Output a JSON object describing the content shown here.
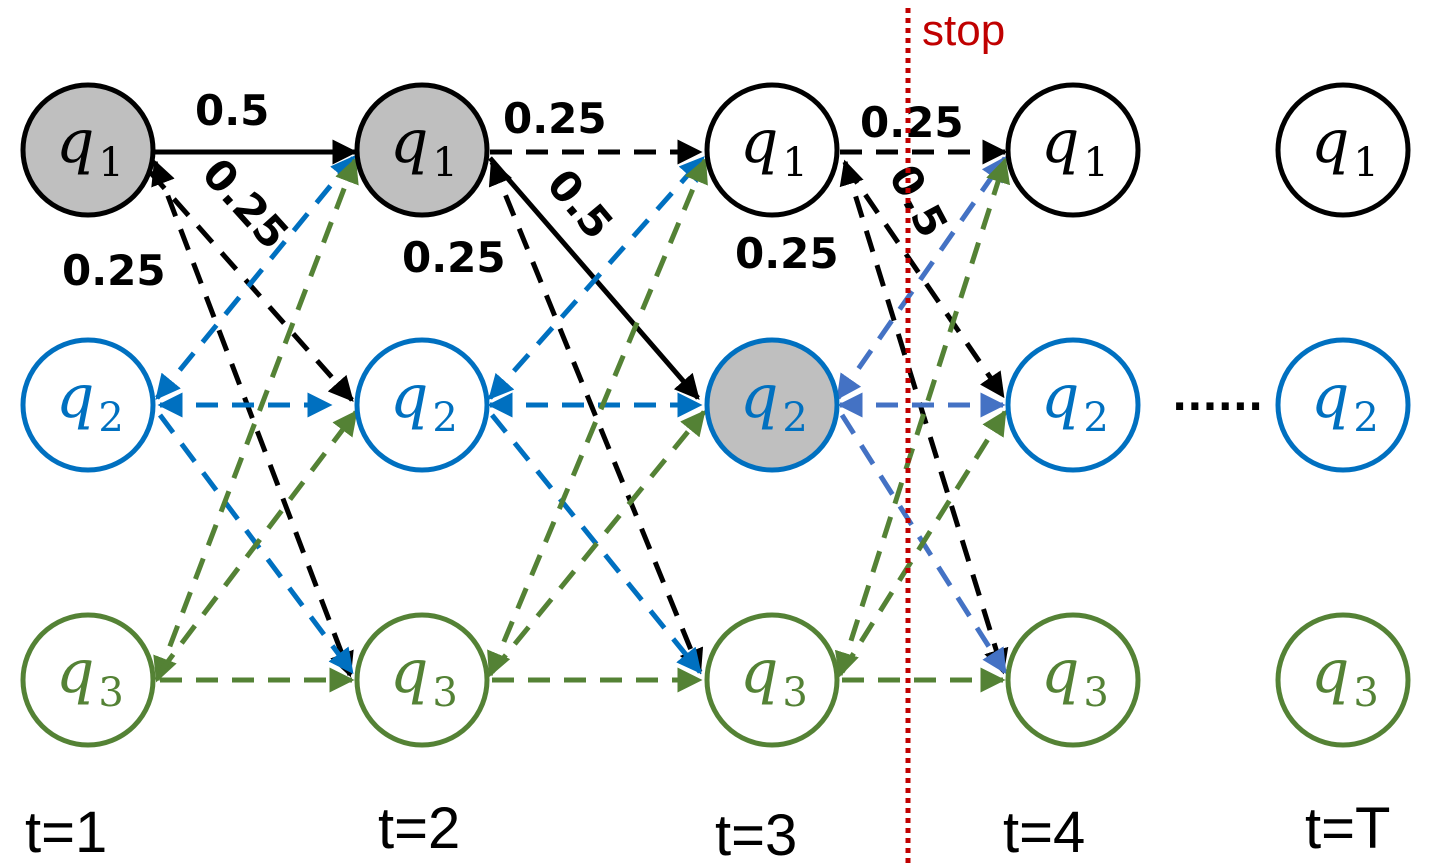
{
  "colors": {
    "black": "#000000",
    "blue": "#0070c0",
    "blue_light": "#4472c4",
    "green": "#548235",
    "gray_fill": "#bfbfbf",
    "stop_red": "#c00000"
  },
  "stop_label": "stop",
  "ellipsis": "......",
  "time_labels": [
    "t=1",
    "t=2",
    "t=3",
    "t=4",
    "t=T"
  ],
  "state_symbol": "q",
  "state_subscripts": [
    "1",
    "2",
    "3"
  ],
  "prob_labels": {
    "t1_q1_to_t2_q1": "0.5",
    "t1_q1_to_t2_q2": "0.25",
    "t1_q1_to_t2_q3": "0.25",
    "t2_q1_to_t3_q1": "0.25",
    "t2_q1_to_t3_q2": "0.5",
    "t2_q1_to_t3_q3": "0.25",
    "t3_q1_to_t4_q1": "0.25",
    "t3_q1_to_t4_q2": "0.5",
    "t3_q1_to_t4_q3": "0.25"
  },
  "highlighted_path": [
    "t1_q1",
    "t2_q1",
    "t3_q2"
  ]
}
